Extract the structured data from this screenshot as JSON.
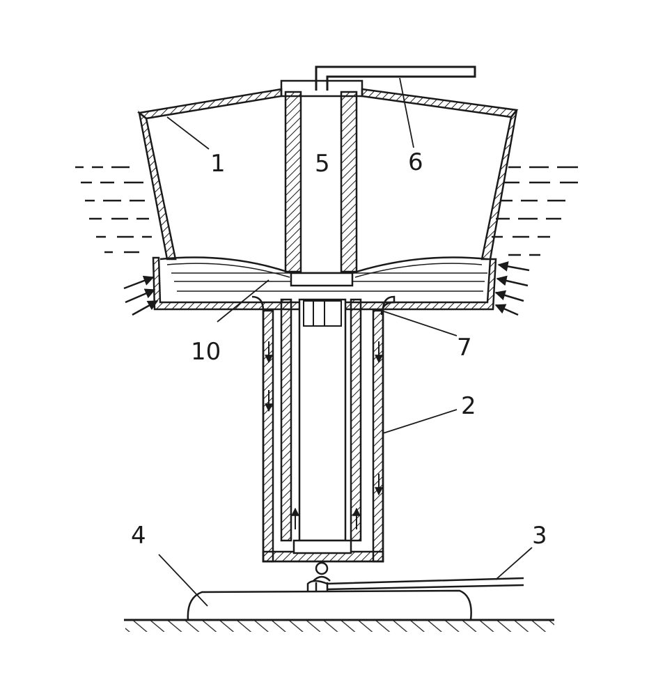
{
  "diagram": {
    "labels": {
      "l1": "1",
      "l2": "2",
      "l3": "3",
      "l4": "4",
      "l5": "5",
      "l6": "6",
      "l7": "7",
      "l10": "10"
    },
    "colors": {
      "ink": "#1a1a1a",
      "background": "#ffffff"
    }
  }
}
